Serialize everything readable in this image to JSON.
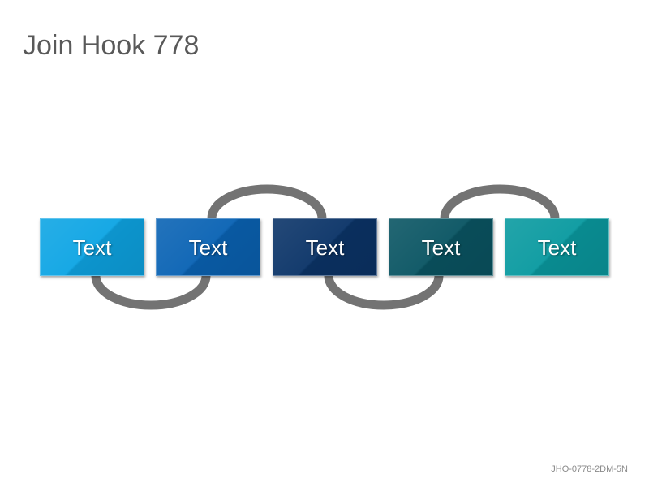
{
  "title": "Join Hook 778",
  "footer_code": "JHO-0778-2DM-5N",
  "colors": {
    "title": "#595959",
    "ring": "#737373",
    "box_1": "#0ea5e4",
    "box_2": "#0a63b4",
    "box_3": "#0b3468",
    "box_4": "#0a5563",
    "box_5": "#0a9aa0"
  },
  "boxes": [
    {
      "label": "Text"
    },
    {
      "label": "Text"
    },
    {
      "label": "Text"
    },
    {
      "label": "Text"
    },
    {
      "label": "Text"
    }
  ]
}
